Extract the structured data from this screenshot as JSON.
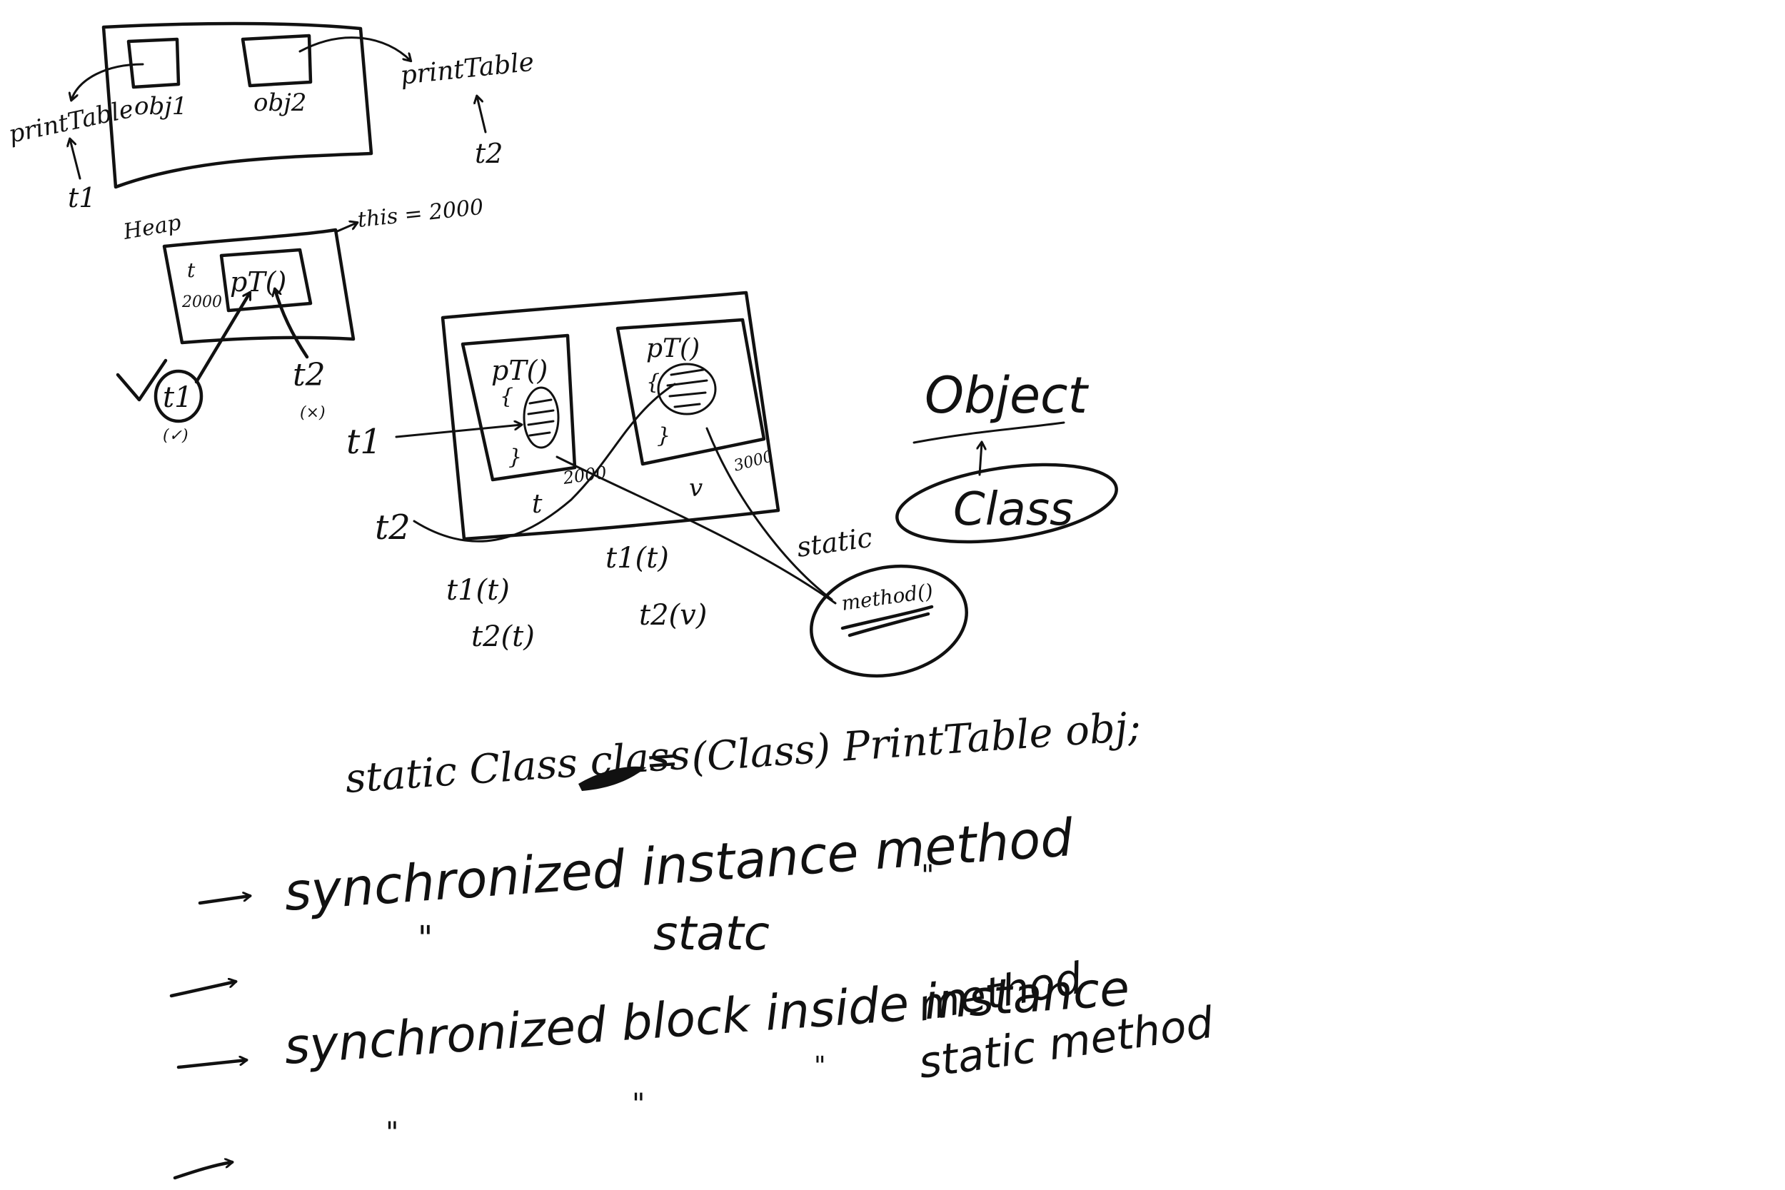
{
  "canvas": {
    "background": "#ffffff",
    "ink": "#111111"
  },
  "sketch1": {
    "obj1": "obj1",
    "obj2": "obj2",
    "left_call": "printTable",
    "right_call": "printTable",
    "thread_left": "t1",
    "thread_right": "t2"
  },
  "sketch2": {
    "heap": "Heap",
    "this_label": "this = 2000",
    "obj_label": "t",
    "addr": "2000",
    "method": "pT()",
    "t1": "t1",
    "t1_state": "(✓)",
    "t2": "t2",
    "t2_state": "(×)"
  },
  "sketch3": {
    "left_method": "pT()",
    "right_method": "pT()",
    "left_addr": "2000",
    "right_addr": "3000",
    "left_obj": "t",
    "right_obj": "v",
    "thread1": "t1",
    "thread2": "t2",
    "states_left_1": "t1(t)",
    "states_left_2": "t2(t)",
    "states_right_1": "t1(t)",
    "states_right_2": "t2(v)",
    "static_label": "static",
    "static_method": "method()"
  },
  "class_hierarchy": {
    "parent": "Object",
    "child": "Class"
  },
  "code_line": {
    "part1": "static Class class",
    "part2": "= (Class) PrintTable obj;"
  },
  "notes": {
    "line1": "synchronized instance method",
    "ditto_left_1": "\"",
    "ditto_right_1": "\"",
    "line2_word": "statc",
    "line3": "synchronized block inside instance",
    "line3_cont": "method",
    "ditto_a": "\"",
    "ditto_b": "\"",
    "ditto_c": "\"",
    "line4_tail": "static method"
  }
}
